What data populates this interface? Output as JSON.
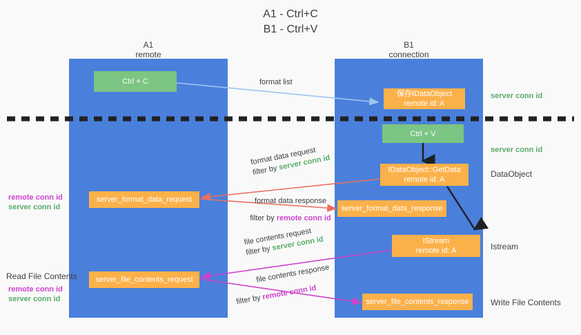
{
  "title": {
    "line1": "A1 - Ctrl+C",
    "line2": "B1 - Ctrl+V"
  },
  "columns": [
    {
      "name": "A1",
      "sub": "remote"
    },
    {
      "name": "B1",
      "sub": "connection"
    }
  ],
  "colors": {
    "lane": "#4a80db",
    "green_box": "#7cc583",
    "orange_box": "#fbb14a",
    "server_conn_id": "#5aab6a",
    "remote_conn_id": "#cc44cc",
    "arrow_format_list": "#9fc5ee",
    "arrow_format_data": "#ea6f61",
    "arrow_file_contents": "#cc44cc",
    "arrow_internal": "#202124",
    "divider": "#202124",
    "text": "#3c4043",
    "background": "#f9f9f9"
  },
  "nodes": {
    "ctrl_c": {
      "label": "Ctrl + C"
    },
    "ctrl_v": {
      "label": "Ctrl + V"
    },
    "idataobject_store": {
      "line1": "保存IDataObject",
      "line2": "remote id: A"
    },
    "idataobject_getdata": {
      "line1": "IDataObject::GetData",
      "line2": "remote id: A"
    },
    "istream": {
      "line1": "IStream",
      "line2": "remote id: A"
    },
    "server_format_data_request": {
      "label": "server_format_data_request"
    },
    "server_format_data_response": {
      "label": "server_format_data_response"
    },
    "server_file_contents_request": {
      "label": "server_file_contents_request"
    },
    "server_file_contents_response": {
      "label": "server_file_contents_response"
    }
  },
  "annotations": {
    "right_server_conn_id_top": "server conn id",
    "right_server_conn_id_mid": "server conn id",
    "right_dataobject": "DataObject",
    "right_istream": "Istream",
    "right_write_file_contents": "Write File Contents",
    "left_remote_conn_id_1": "remote conn id",
    "left_server_conn_id_1": "server conn id",
    "left_read_file_contents": "Read File Contents",
    "left_remote_conn_id_2": "remote conn id",
    "left_server_conn_id_2": "server conn id"
  },
  "edges": {
    "format_list": {
      "label": "format list"
    },
    "format_data_request": {
      "line1": "format data request",
      "filter_prefix": "filter by ",
      "filter_value": "server conn id"
    },
    "format_data_response": {
      "line1": "format data response",
      "filter_prefix": "filter by ",
      "filter_value": "remote conn id"
    },
    "file_contents_request": {
      "line1": "file contents request",
      "filter_prefix": "filter by ",
      "filter_value": "server conn id"
    },
    "file_contents_response": {
      "line1": "file contents response",
      "filter_prefix": "filter by ",
      "filter_value": "remote conn id"
    }
  }
}
